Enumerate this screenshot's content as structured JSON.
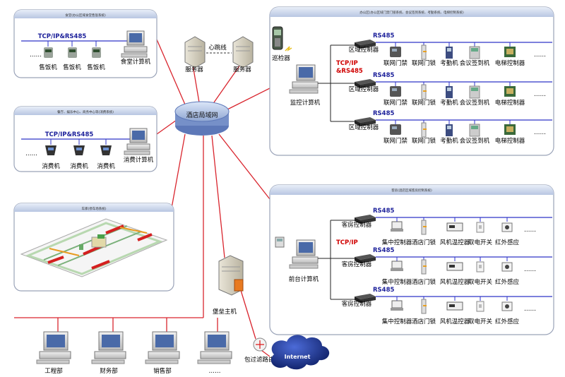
{
  "hub": {
    "label": "酒店局域网"
  },
  "heartbeat_label": "心跳线",
  "servers": [
    "服务器",
    "服务器"
  ],
  "panel_canteen": {
    "title": "食堂(办公区域食堂售饭系统)",
    "bus_label": "TCP/IP&RS485",
    "ellipsis": "……",
    "devices": [
      "售饭机",
      "售饭机",
      "售饭机"
    ],
    "computer": "食堂计算机"
  },
  "panel_consume": {
    "title": "餐厅、娱乐中心、商务中心等(消费系统)",
    "bus_label": "TCP/IP&RS485",
    "ellipsis": "……",
    "devices": [
      "消费机",
      "消费机",
      "消费机"
    ],
    "computer": "消费计算机"
  },
  "panel_parking": {
    "title": "车库(停车场系统)"
  },
  "panel_access": {
    "title": "办公区(办公区域门禁门锁系统、会议签到系统、考勤系统、电梯控制系统)",
    "patrol": "巡检器",
    "computer": "监控计算机",
    "link_label_1": "TCP/IP",
    "link_label_2": "&RS485",
    "rows": [
      {
        "bus": "RS485",
        "controller": "区域控制器",
        "devices": [
          "联网门禁",
          "联网门锁",
          "考勤机",
          "会议签到机",
          "电梯控制器"
        ]
      },
      {
        "bus": "RS485",
        "controller": "区域控制器",
        "devices": [
          "联网门禁",
          "联网门锁",
          "考勤机",
          "会议签到机",
          "电梯控制器"
        ]
      },
      {
        "bus": "RS485",
        "controller": "区域控制器",
        "devices": [
          "联网门禁",
          "联网门锁",
          "考勤机",
          "会议签到机",
          "电梯控制器"
        ]
      }
    ]
  },
  "panel_hotel": {
    "title": "客房(酒店区域客房控制系统)",
    "computer": "前台计算机",
    "link_label": "TCP/IP",
    "rows": [
      {
        "bus": "RS485",
        "controller": "客房控制器",
        "devices": [
          "集中控制器",
          "酒店门锁",
          "风机温控器",
          "取电开关",
          "红外感应"
        ]
      },
      {
        "bus": "RS485",
        "controller": "客房控制器",
        "devices": [
          "集中控制器",
          "酒店门锁",
          "风机温控器",
          "取电开关",
          "红外感应"
        ]
      },
      {
        "bus": "RS485",
        "controller": "客房控制器",
        "devices": [
          "集中控制器",
          "酒店门锁",
          "风机温控器",
          "取电开关",
          "红外感应"
        ]
      }
    ]
  },
  "bastion": "堡垒主机",
  "router": "包过滤路由器",
  "internet": "Internet",
  "departments": [
    "工程部",
    "财务部",
    "销售部",
    "……"
  ],
  "colors": {
    "link": "#d9252e",
    "bus": "#2f35c8",
    "panel_border": "#9aa3b8",
    "panel_head": "#c4d0e8"
  }
}
